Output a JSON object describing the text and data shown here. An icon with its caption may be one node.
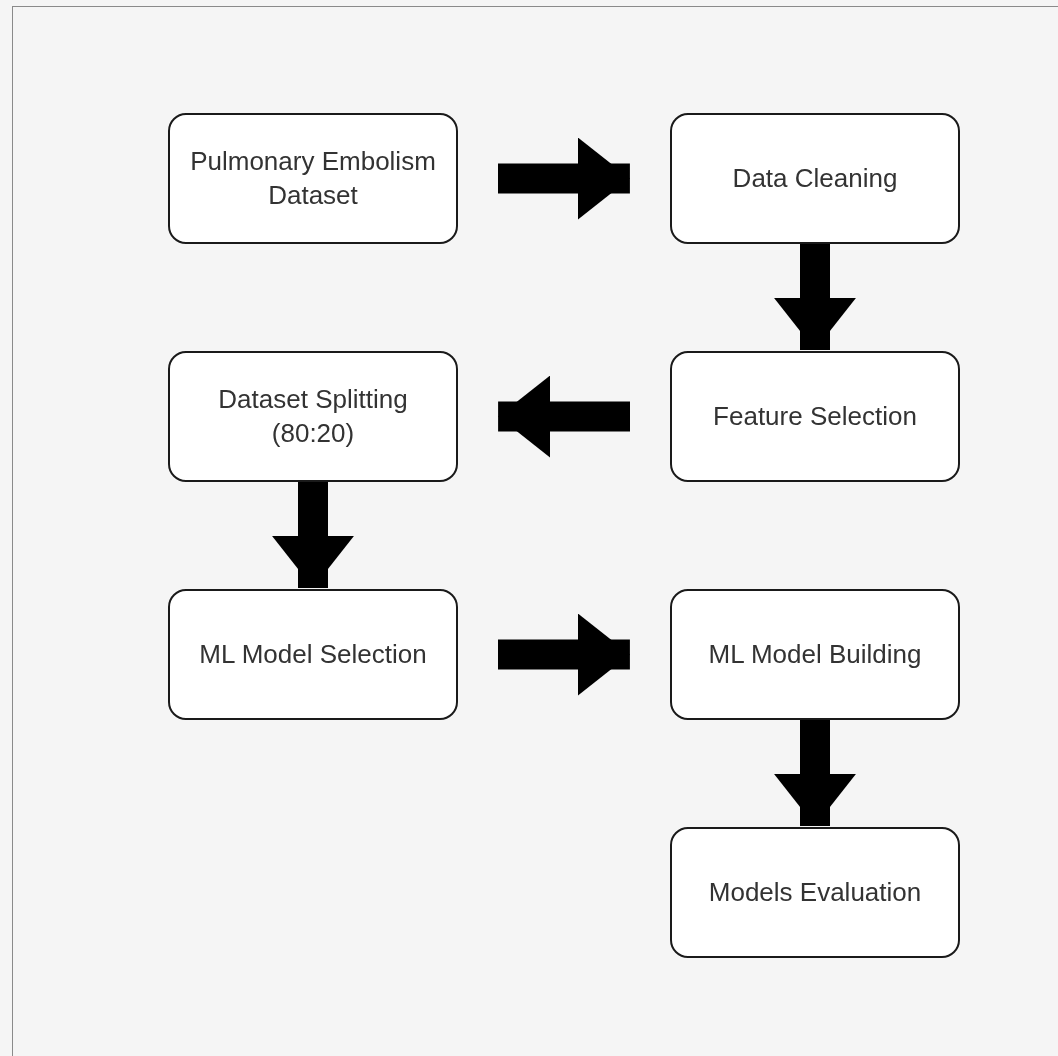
{
  "diagram": {
    "nodes": [
      {
        "text": [
          "Pulmonary Embolism Dataset"
        ]
      },
      {
        "text": [
          "Data Cleaning"
        ]
      },
      {
        "text": [
          "Feature Selection"
        ]
      },
      {
        "text": [
          "Dataset Splitting (80:20)"
        ]
      },
      {
        "text": [
          "ML Model Selection"
        ]
      },
      {
        "text": [
          "ML Model Building"
        ]
      },
      {
        "text": [
          "Models Evaluation"
        ]
      }
    ],
    "edges": [
      {
        "from": 0,
        "to": 1,
        "arrow": "to"
      },
      {
        "from": 1,
        "to": 2,
        "arrow": "to"
      },
      {
        "from": 2,
        "to": 3,
        "arrow": "to"
      },
      {
        "from": 3,
        "to": 4,
        "arrow": "to"
      },
      {
        "from": 4,
        "to": 5,
        "arrow": "to"
      },
      {
        "from": 5,
        "to": 6,
        "arrow": "to"
      }
    ]
  }
}
